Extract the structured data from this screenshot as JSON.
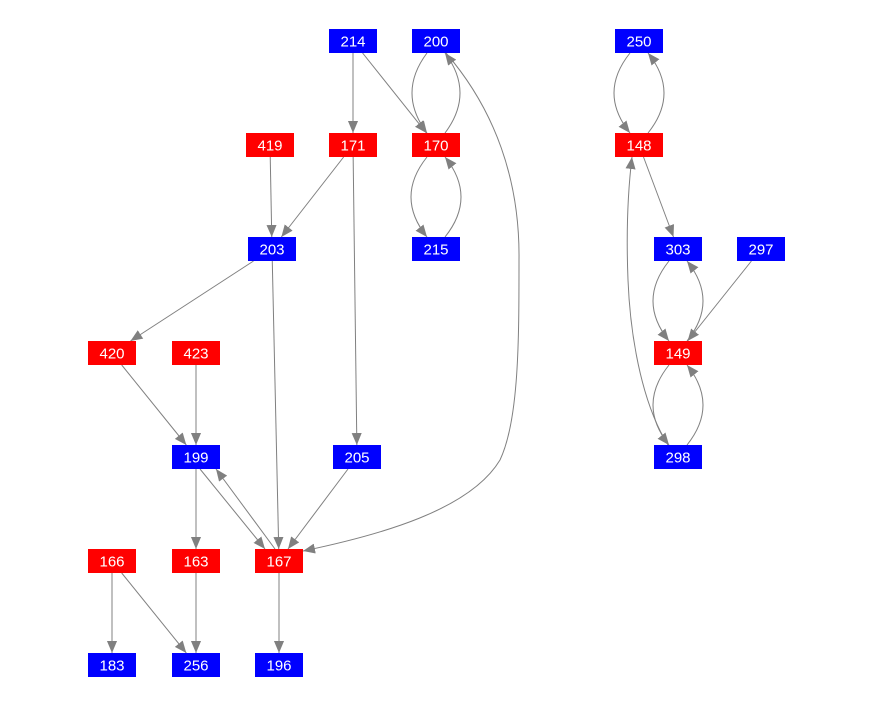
{
  "diagram": {
    "type": "directed-graph",
    "colors": {
      "blue": "#0000ff",
      "red": "#ff0000",
      "edge": "#808080"
    },
    "nodes": [
      {
        "id": "214",
        "label": "214",
        "color": "blue"
      },
      {
        "id": "200",
        "label": "200",
        "color": "blue"
      },
      {
        "id": "250",
        "label": "250",
        "color": "blue"
      },
      {
        "id": "419",
        "label": "419",
        "color": "red"
      },
      {
        "id": "171",
        "label": "171",
        "color": "red"
      },
      {
        "id": "170",
        "label": "170",
        "color": "red"
      },
      {
        "id": "148",
        "label": "148",
        "color": "red"
      },
      {
        "id": "203",
        "label": "203",
        "color": "blue"
      },
      {
        "id": "215",
        "label": "215",
        "color": "blue"
      },
      {
        "id": "303",
        "label": "303",
        "color": "blue"
      },
      {
        "id": "297",
        "label": "297",
        "color": "blue"
      },
      {
        "id": "420",
        "label": "420",
        "color": "red"
      },
      {
        "id": "423",
        "label": "423",
        "color": "red"
      },
      {
        "id": "149",
        "label": "149",
        "color": "red"
      },
      {
        "id": "199",
        "label": "199",
        "color": "blue"
      },
      {
        "id": "205",
        "label": "205",
        "color": "blue"
      },
      {
        "id": "298",
        "label": "298",
        "color": "blue"
      },
      {
        "id": "166",
        "label": "166",
        "color": "red"
      },
      {
        "id": "163",
        "label": "163",
        "color": "red"
      },
      {
        "id": "167",
        "label": "167",
        "color": "red"
      },
      {
        "id": "183",
        "label": "183",
        "color": "blue"
      },
      {
        "id": "256",
        "label": "256",
        "color": "blue"
      },
      {
        "id": "196",
        "label": "196",
        "color": "blue"
      }
    ],
    "edges": [
      {
        "from": "214",
        "to": "171"
      },
      {
        "from": "214",
        "to": "170"
      },
      {
        "from": "200",
        "to": "170"
      },
      {
        "from": "170",
        "to": "200"
      },
      {
        "from": "200",
        "to": "167"
      },
      {
        "from": "170",
        "to": "215"
      },
      {
        "from": "215",
        "to": "170"
      },
      {
        "from": "419",
        "to": "203"
      },
      {
        "from": "171",
        "to": "203"
      },
      {
        "from": "171",
        "to": "205"
      },
      {
        "from": "203",
        "to": "420"
      },
      {
        "from": "203",
        "to": "167"
      },
      {
        "from": "420",
        "to": "199"
      },
      {
        "from": "423",
        "to": "199"
      },
      {
        "from": "199",
        "to": "163"
      },
      {
        "from": "199",
        "to": "167"
      },
      {
        "from": "167",
        "to": "199"
      },
      {
        "from": "205",
        "to": "167"
      },
      {
        "from": "166",
        "to": "183"
      },
      {
        "from": "166",
        "to": "256"
      },
      {
        "from": "163",
        "to": "256"
      },
      {
        "from": "167",
        "to": "196"
      },
      {
        "from": "250",
        "to": "148"
      },
      {
        "from": "148",
        "to": "250"
      },
      {
        "from": "148",
        "to": "303"
      },
      {
        "from": "303",
        "to": "149"
      },
      {
        "from": "149",
        "to": "303"
      },
      {
        "from": "297",
        "to": "149"
      },
      {
        "from": "149",
        "to": "298"
      },
      {
        "from": "298",
        "to": "149"
      },
      {
        "from": "298",
        "to": "148"
      }
    ]
  }
}
